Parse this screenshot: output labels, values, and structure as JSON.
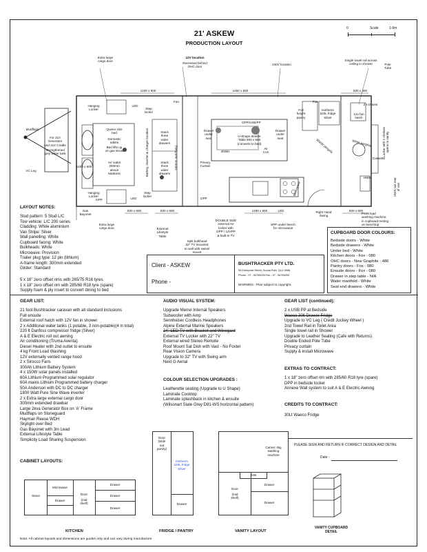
{
  "header": {
    "title": "21' ASKEW",
    "subtitle": "PRODUCTION LAYOUT",
    "scale_label": "Scale",
    "scale_start": "0",
    "scale_end": "1-0m"
  },
  "plan_labels": {
    "cargo_door": "Extra large\ncargo door",
    "v12_location": "12V location",
    "ohc_door": "Recessed behind\nOHC door",
    "v240_location": "240V location",
    "towel_rail": "Single towel rail across\nceiling in shower",
    "pole_tube": "Pole\nTube",
    "dim_1200_600_top": "1200 x 600",
    "dim_1450_550_top": "1450 x 550",
    "dim_500_450": "500 x 450",
    "hanging_locker_top": "Hanging\nLocker",
    "led_top": "LED",
    "step_locker_top": "Step\nlocker",
    "fan_left": "Fan",
    "fan_right": "Fan",
    "dpp_pp_top": "DPP/USB/PP",
    "full_height_pantry": "Full\nheight\npantry",
    "fridge": "Isotherm\n220L fridge\nSilver",
    "vent_fan": "12v fan\nhatch",
    "drains": "2 x Drains",
    "mudflaps": "Mudflaps",
    "water_tank_a": "For 2Ltr Generator\nand 2Ltr Cradle",
    "water_tank_b": "Strengthened\ngrey water tank",
    "vc_leg": "VC Leg",
    "dim_1200_600_left": "1200 x 600",
    "queen_bed": "Queen size\nbed",
    "domestic_tables": "Domestic\ntables",
    "bed_lifts": "Bed lifts up\non gas struts",
    "av_outlet": "AV outlet\n200mm\nabove\nMattress",
    "battery": "Battery, inverter & charger location",
    "stack_drawers_1": "Stack\nthree\nwider\ndrawers",
    "stack_drawers_2": "Stack\nthree\nwider\ndrawers",
    "overhang": "100mm overhang",
    "drawer_under_seat_1": "Drawer\nunder\nseat",
    "drawer_under_seat_2": "Drawer\nunder\nseat",
    "dinette": "U-Shape dinette\nTable 900 x 550\n(converts to bed)",
    "tv_40wh": "40WH",
    "air_con": "Air\nCon",
    "privacy_curtain": "Privacy\nCurtain",
    "www_pergola": "WWW pergola",
    "white_pergola": "White pergola",
    "toilet_cassette": "Cassette",
    "cabinet_right": "Locker with 2 shelves\nopens to vanity",
    "hws": "HWS",
    "hws_side": "HWS out rear\nof van",
    "hanging_locker_bottom": "Hanging\nLocker",
    "dpp_bottom_left": "DPP",
    "step_locker_bottom": "Step\nlocker",
    "led_bottom": "LED",
    "dpp_bottom_mid": "DPP",
    "microwave": "Microwave",
    "right_hand_swing": "Right Hand\nSwing",
    "gas_bayonet": "Gas\nBayonet",
    "dim_500_600_1": "500 x 600",
    "dim_500_600_2": "500 x 600",
    "dim_1450_550_bottom": "1450 x 550",
    "led_bottom_right": "LED",
    "dim_500_600_3": "500 x 600",
    "front_load": "Front load\nwashing machine\nin cupboard resting\non benchtop",
    "cargo_door_bottom": "Extra large\ncargo door",
    "ext_table": "External\nLifestyle\nTable",
    "split_bulkhead": "Split bulkhead\n32\" TV mounted\nto wall with swivel\nmount",
    "double_size": "DOUBLE SIZE\nexternal AV\nlocker with\nDPP / 12VPP\n& built-in TV",
    "spp_under_bench": "SPP under bench\nfor microwave"
  },
  "layout_notes": {
    "heading": "LAYOUT NOTES:",
    "items": [
      "Stud pattern: 5 Stud L/C",
      "Tow vehicle: L/C 200 series",
      "Cladding: White aluminium",
      "Van Stripe: Silver",
      "Wall panelling: White",
      "Cupboard facing: White",
      "Bulkheads: White",
      "Microwave: Provision",
      "Trailer plug type: 12 pin (lithium)",
      "A-frame length: 300mm extended",
      "Girder: Standard"
    ],
    "rims": [
      "5 x 16\" zero offset rims with 265/75 R16 tyres",
      "1 x 18\" zero offset rim with 285/60 R18 tyre (spare)",
      "Supply foam & ply insert to convert dining to bed"
    ]
  },
  "client": {
    "client_label": "Client - ASKEW",
    "phone_label": "Phone -"
  },
  "company": {
    "name": "BUSHTRACKER PTY LTD.",
    "address": "95 Enterprise Street, Kunda Park, QLD 4556.",
    "phone": "Phone - 07 - 54765033   Fax - 07 - 54765253",
    "warning": "WARNING - Plan subject to copyright."
  },
  "cupboard_colours": {
    "heading": "CUPBOARD DOOR COLOURS:",
    "items": [
      "Bedside doors - White",
      "Bedside drawers - White",
      "Under bed - White",
      "Kitchen doors - Fox - 080",
      "OHC doors - New Graphite - 486",
      "Pantry doors - Fox - 080",
      "Ensuite doors - Fox - 080",
      "Drawer in step table - N/A",
      "Water manifold - White",
      "Seat end drawers - White"
    ]
  },
  "gear_list": {
    "heading": "GEAR LIST:",
    "items": [
      "21 foot Bushtracker caravan with all standard inclusions",
      "Full ensuite",
      "External roof hatch with 12V fan in shower",
      "2 x Additional water tanks (1 potable, 3 non-potable)(4 in total)",
      "220 lt Danfoss compressor fridge (Silver)",
      "A & E Electric roll out awning",
      "Air conditioning (Truma Aventa)",
      "Diesel Heater with 2nd outlet to ensuite",
      "4 kg Front Load  Washing",
      "12V externally vented range hood",
      "2 x Sirocco Fans",
      "300Ah Lithium Battery System",
      "4 x 150W solar panels installed",
      "60A Lithium Programmed solar regulator",
      "60A mains Lithium Programmed battery charger",
      "50A Anderson with DC to DC charger",
      "1800 Watt Pure Sine Wave  inverter",
      "2 x Extra large external cargo door",
      "300mm extended drawbar",
      "Large 2kva Generator Box on 'A' Frame",
      "Mudflaps on Stoneguard",
      "Hayman Reese WDH",
      "Skylight over Bed",
      "Gas Bayonet with 3m Lead",
      "External Lifestyle Table",
      "Simplicity Load Sharing Suspension"
    ]
  },
  "av_system": {
    "heading": "AUDIO VISUAL SYSTEM:",
    "items": [
      {
        "text": "Upgrade  Merrel Internal Speakers",
        "strike": false
      },
      {
        "text": "Subwoofer with Amp",
        "strike": false
      },
      {
        "text": "Sennheiser Cordless Headphones",
        "strike": false
      },
      {
        "text": "Alpine External  Marine Speakers",
        "strike": false
      },
      {
        "text": "24\" LED TV with Bracket and Winegard",
        "strike": true
      },
      {
        "text": "External TV Locker with 22\" TV",
        "strike": false
      },
      {
        "text": "External wired Stereo Remote",
        "strike": false
      },
      {
        "text": "Roof Mount Sat Dish with Vast - No Foxtel",
        "strike": false
      },
      {
        "text": "Rear Vision Camera",
        "strike": false
      },
      {
        "text": "Upgrade to 32\" TV with Swing arm",
        "strike": false
      },
      {
        "text": "Next G Aerial",
        "strike": false
      }
    ]
  },
  "colour_upgrades": {
    "heading": "COLOUR SELECTION UPGRADES :",
    "items": [
      "Leatherette seating (Upgrade to U Shape)",
      "Laminate Cooktop",
      "Laminate splashback in kitchen & ensuite",
      "(Wilsonart Slate Grey D91-WS horizontal pattern)"
    ]
  },
  "gear_continued": {
    "heading": "GEAR LIST (continued):",
    "items": [
      {
        "text": "2 x USB PP at Bedside",
        "strike": false
      },
      {
        "text": "Waeco 30lt Drawer Fridge",
        "strike": true
      },
      {
        "text": "Upgrade to VC Leg ( Credit Jockey Wheel )",
        "strike": false
      },
      {
        "text": "2nd Towel Rail in Toilet Area",
        "strike": false
      },
      {
        "text": "Single towel rail in Shower",
        "strike": false
      },
      {
        "text": "Upgrade to Leather Seating (Cafe with Returns)",
        "strike": false
      },
      {
        "text": "Double Ended Pole Tube",
        "strike": false
      },
      {
        "text": "Privacy curtain",
        "strike": false
      },
      {
        "text": "Supply & install Microwave",
        "strike": false
      }
    ]
  },
  "extras": {
    "heading": "EXTRAS TO CONTRACT:",
    "items": [
      "1 x 18\" zero offset rim with 285/60 R18 tyre (spare)",
      "DPP in bedside locker",
      "Annexe Wall system to suit A & E Electric Awning"
    ]
  },
  "credits": {
    "heading": "CREDITS TO CONTRACT:",
    "items": [
      "30Lt Waeco Fridge"
    ]
  },
  "sign": {
    "text": "PLEASE SIGN AND RETURN IF CORRECT DESIGN AND DETAIL",
    "date": "Date :"
  },
  "cabinet_heading": "CABINET LAYOUTS:",
  "kitchen": {
    "caption": "KITCHEN",
    "stove": "Stove",
    "microwave": "Microwave",
    "drawer": "Drawer",
    "door": "Door",
    "mid_shelf": "(mid\nshelf)"
  },
  "fridge_pantry": {
    "caption": "FRIDGE / PANTRY",
    "door_slide": "Door\n(slide\nout\npantry)",
    "fridge": "Isotherm\n220L fridge\nSilver",
    "drawer": "Drawer"
  },
  "vanity": {
    "caption": "VANITY LAYOUT",
    "door": "Door",
    "mid_shelf": "(mid\nshelf)",
    "sink": "Sink",
    "washer": "Camec 4kg\nwashing\nmachine",
    "drawer": "Drawer"
  },
  "vanity_cupboard": {
    "caption": "VANITY CUPBOARD\nDETAIL"
  },
  "footnote": "Note: All cabinet layouts and dimensions are guides only and can vary during manufacture"
}
